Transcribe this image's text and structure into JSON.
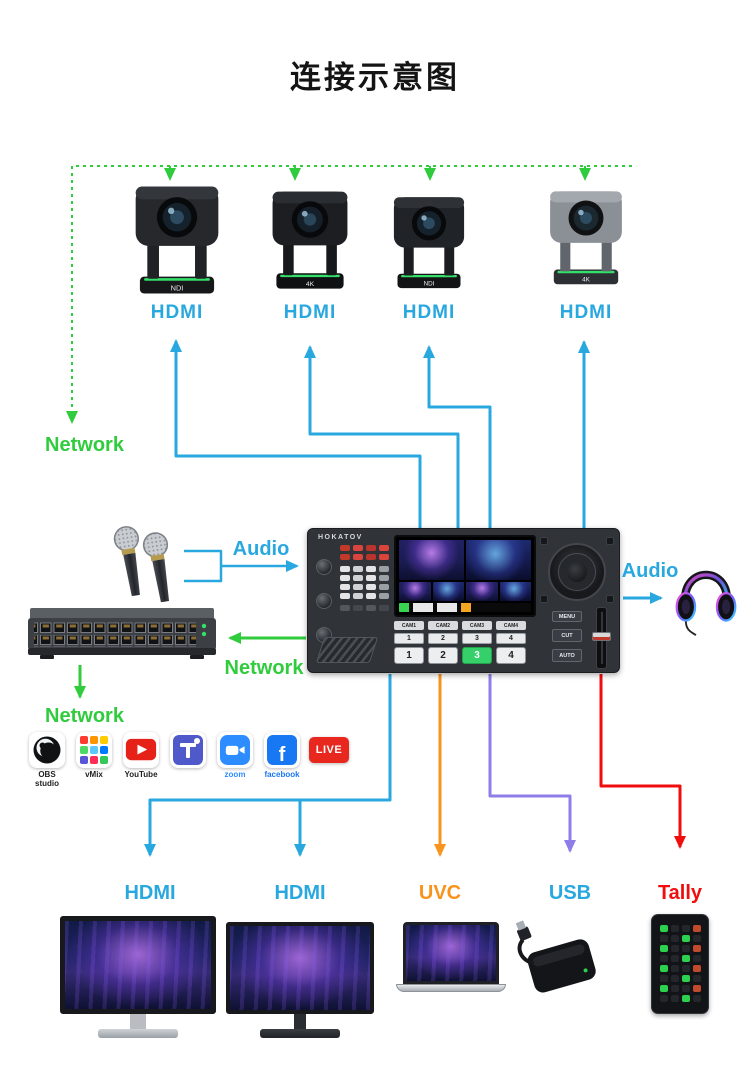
{
  "title": "连接示意图",
  "colors": {
    "network_green": "#31cc3e",
    "video_blue": "#29a8e0",
    "uvc_orange": "#f7941d",
    "usb_purple": "#8f7de8",
    "tally_red": "#f20d0d"
  },
  "cameras": [
    {
      "hdmi_label": "HDMI",
      "badge": "NDI"
    },
    {
      "hdmi_label": "HDMI",
      "badge": "4K"
    },
    {
      "hdmi_label": "HDMI",
      "badge": "NDI"
    },
    {
      "hdmi_label": "HDMI",
      "badge": "4K"
    }
  ],
  "labels": {
    "network_left": "Network",
    "network_switch": "Network",
    "network_bottom": "Network",
    "audio_in": "Audio",
    "audio_out": "Audio"
  },
  "controller": {
    "brand": "HOKATOV",
    "cam_buttons": [
      "CAM1",
      "CAM2",
      "CAM3",
      "CAM4"
    ],
    "row1_buttons": [
      "1",
      "2",
      "3",
      "4"
    ],
    "row2_buttons": [
      "1",
      "2",
      "3",
      "4"
    ],
    "menu_button": "MENU",
    "cut_button": "CUT",
    "auto_button": "AUTO"
  },
  "platforms": [
    {
      "caption": "OBS studio"
    },
    {
      "caption": "vMix"
    },
    {
      "caption": "YouTube"
    },
    {
      "caption": "",
      "glyph": "T"
    },
    {
      "caption": "zoom"
    },
    {
      "caption": "facebook",
      "glyph": "f"
    },
    {
      "caption": "LIVE"
    }
  ],
  "outputs": [
    {
      "label": "HDMI"
    },
    {
      "label": "HDMI"
    },
    {
      "label": "UVC"
    },
    {
      "label": "USB"
    },
    {
      "label": "Tally"
    }
  ]
}
